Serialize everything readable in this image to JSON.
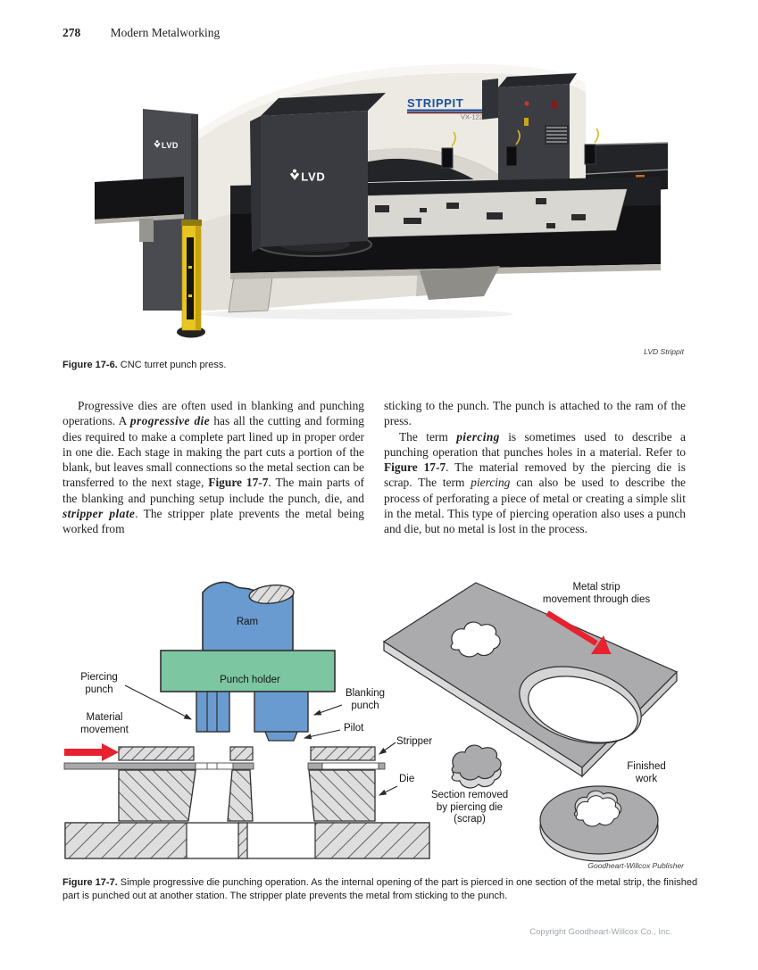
{
  "page": {
    "number": "278",
    "running_title": "Modern Metalworking",
    "footer": "Copyright Goodheart-Willcox Co., Inc."
  },
  "figure_17_6": {
    "machine": {
      "logo_text": "LVD",
      "series": "STRIPPIT",
      "model": "VX-1225",
      "colors": {
        "strippit_blue": "#1b4f9f",
        "body_cream": "#eceae3",
        "charcoal": "#3a3b40",
        "safety_yellow": "#e9c51f"
      }
    },
    "credit": "LVD Strippit",
    "caption": {
      "label": "Figure 17-6.",
      "text": " CNC turret punch press."
    }
  },
  "article": {
    "columns": [
      {
        "paragraphs": [
          {
            "indent": true,
            "segments": [
              {
                "style": "n",
                "text": "Progressive dies are often used in blanking and punching operations. A "
              },
              {
                "style": "bi",
                "text": "progressive die"
              },
              {
                "style": "n",
                "text": " has all the cutting and forming dies required to make a complete part lined up in proper order in one die. Each stage in making the part cuts a portion of the blank, but leaves small connections so the metal section can be transferred to the next stage, "
              },
              {
                "style": "b",
                "text": "Figure 17-7"
              },
              {
                "style": "n",
                "text": ". The main parts of the blanking and punching setup include the punch, die, and "
              },
              {
                "style": "bi",
                "text": "stripper plate"
              },
              {
                "style": "n",
                "text": ". The stripper plate prevents the metal being worked from"
              }
            ]
          }
        ]
      },
      {
        "paragraphs": [
          {
            "indent": false,
            "segments": [
              {
                "style": "n",
                "text": "sticking to the punch. The punch is attached to the ram of the press."
              }
            ]
          },
          {
            "indent": true,
            "segments": [
              {
                "style": "n",
                "text": "The term "
              },
              {
                "style": "bi",
                "text": "piercing"
              },
              {
                "style": "n",
                "text": " is sometimes used to describe a punching operation that punches holes in a material. Refer to "
              },
              {
                "style": "b",
                "text": "Figure 17-7"
              },
              {
                "style": "n",
                "text": ". The material removed by the piercing die is scrap. The term "
              },
              {
                "style": "i",
                "text": "piercing"
              },
              {
                "style": "n",
                "text": " can also be used to describe the process of perforating a piece of metal or creating a simple slit in the metal. This type of piercing operation also uses a punch and die, but no metal is lost in the process."
              }
            ]
          }
        ]
      }
    ]
  },
  "figure_17_7": {
    "labels": {
      "ram": "Ram",
      "punch_holder": "Punch holder",
      "piercing_punch": "Piercing\npunch",
      "material_movement": "Material\nmovement",
      "blanking_punch": "Blanking\npunch",
      "pilot": "Pilot",
      "stripper": "Stripper",
      "die": "Die",
      "metal_strip_movement": "Metal strip\nmovement through dies",
      "section_removed": "Section removed\nby piercing die\n(scrap)",
      "finished_work": "Finished\nwork"
    },
    "colors": {
      "ram_blue": "#699bd0",
      "holder_green": "#7cc7a2",
      "hatch_gray": "#dedede",
      "strip_gray": "#a9a9ab",
      "plate_gray": "#ababad",
      "plate_edge": "#d9d9d9",
      "arrow_red": "#e8212e"
    },
    "credit": "Goodheart-Willcox Publisher",
    "caption": {
      "label": "Figure 17-7.",
      "text": " Simple progressive die punching operation. As the internal opening of the part is pierced in one section of the metal strip, the finished part is punched out at another station. The stripper plate prevents the metal from sticking to the punch."
    }
  }
}
